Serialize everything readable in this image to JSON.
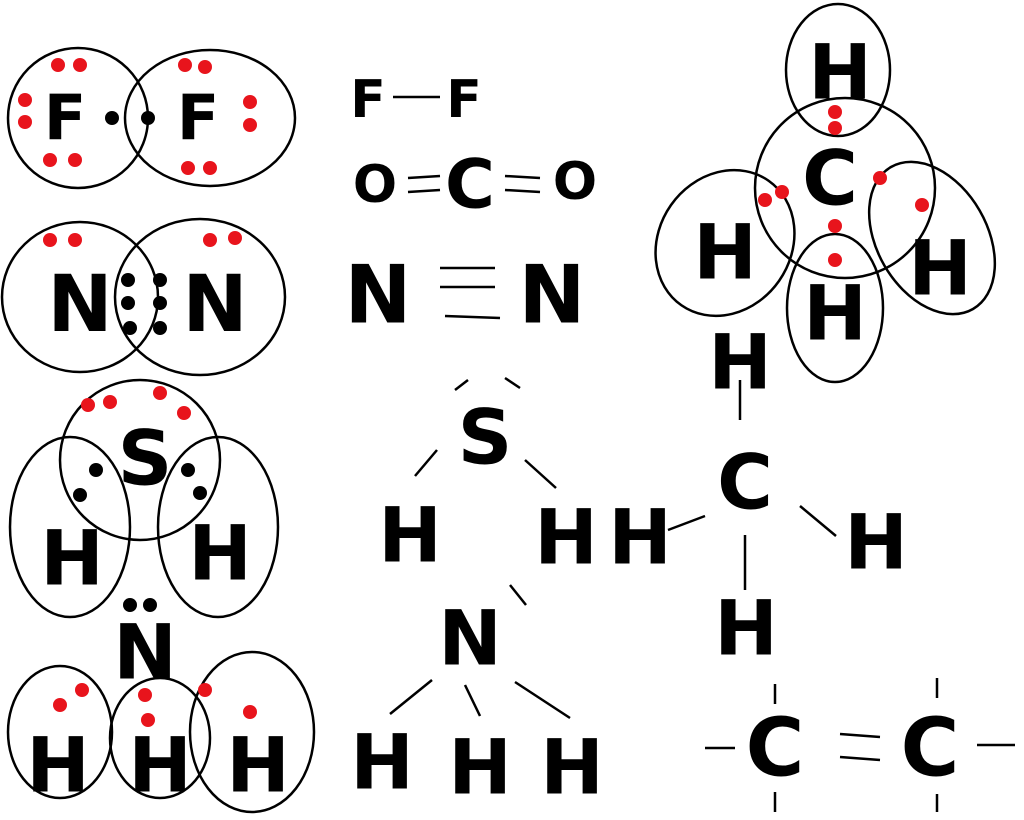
{
  "lewis_dot": {
    "f2": [
      "F",
      "F"
    ],
    "n2": [
      "N",
      "N"
    ],
    "h2s": [
      "S",
      "H",
      "H"
    ],
    "nh3": [
      "N",
      "H",
      "H",
      "H"
    ],
    "ch4": [
      "C",
      "H",
      "H",
      "H",
      "H"
    ]
  },
  "line_structure": {
    "f2": [
      "F",
      "F"
    ],
    "co2": [
      "O",
      "C",
      "O"
    ],
    "n2": [
      "N",
      "N"
    ],
    "h2s": [
      "S",
      "H",
      "H"
    ],
    "nh3": [
      "N",
      "H",
      "H",
      "H"
    ],
    "ch4": [
      "H",
      "C",
      "H",
      "H",
      "H"
    ],
    "c2h4": [
      "C",
      "C"
    ]
  },
  "colors": {
    "shared_electron": "#000000",
    "lone_electron": "#e8141c",
    "outline": "#000000"
  }
}
